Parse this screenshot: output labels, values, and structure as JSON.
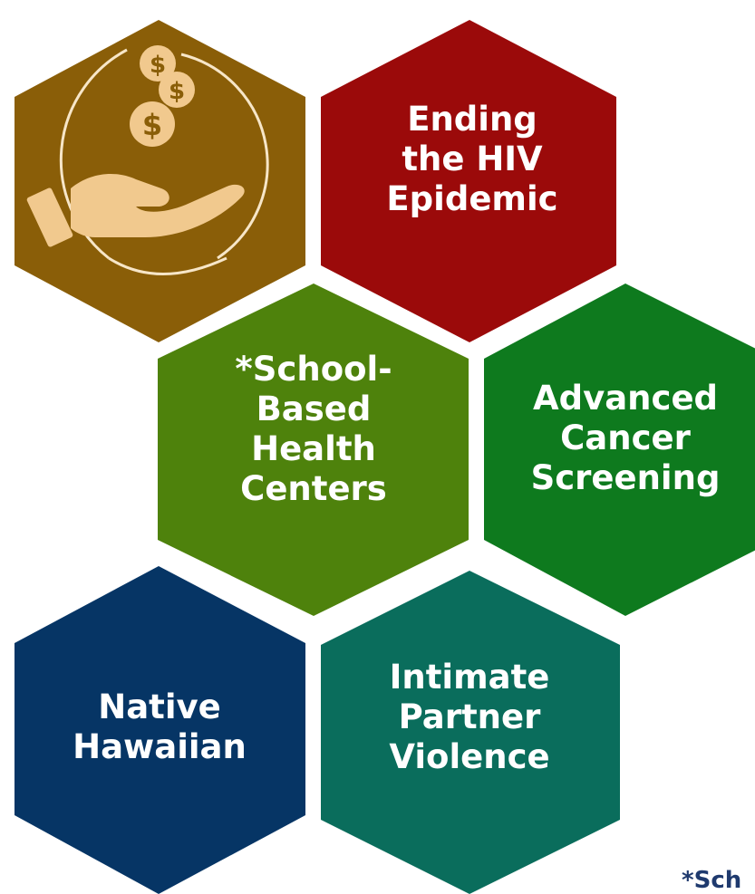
{
  "hexagons": [
    {
      "id": "funding",
      "kind": "icon",
      "icon": "hand-with-dollar-coins-icon",
      "color": "#8a5e08"
    },
    {
      "id": "hiv",
      "kind": "text",
      "lines": [
        "Ending",
        "the HIV",
        "Epidemic"
      ],
      "color": "#9b0a0a"
    },
    {
      "id": "school",
      "kind": "text",
      "lines": [
        "*School-",
        "Based",
        "Health",
        "Centers"
      ],
      "color": "#4e820c"
    },
    {
      "id": "cancer",
      "kind": "text",
      "lines": [
        "Advanced",
        "Cancer",
        "Screening"
      ],
      "color": "#0e7a1e"
    },
    {
      "id": "hawaiian",
      "kind": "text",
      "lines": [
        "Native",
        "Hawaiian"
      ],
      "color": "#063565"
    },
    {
      "id": "ipv",
      "kind": "text",
      "lines": [
        "Intimate",
        "Partner",
        "Violence"
      ],
      "color": "#0a6d5c"
    }
  ],
  "footnote": "*Sch",
  "icon_colors": {
    "coin": "#f1c98e",
    "coin_text": "#8a5e08",
    "hand": "#f1c98e",
    "ring": "#f7e6c8"
  }
}
